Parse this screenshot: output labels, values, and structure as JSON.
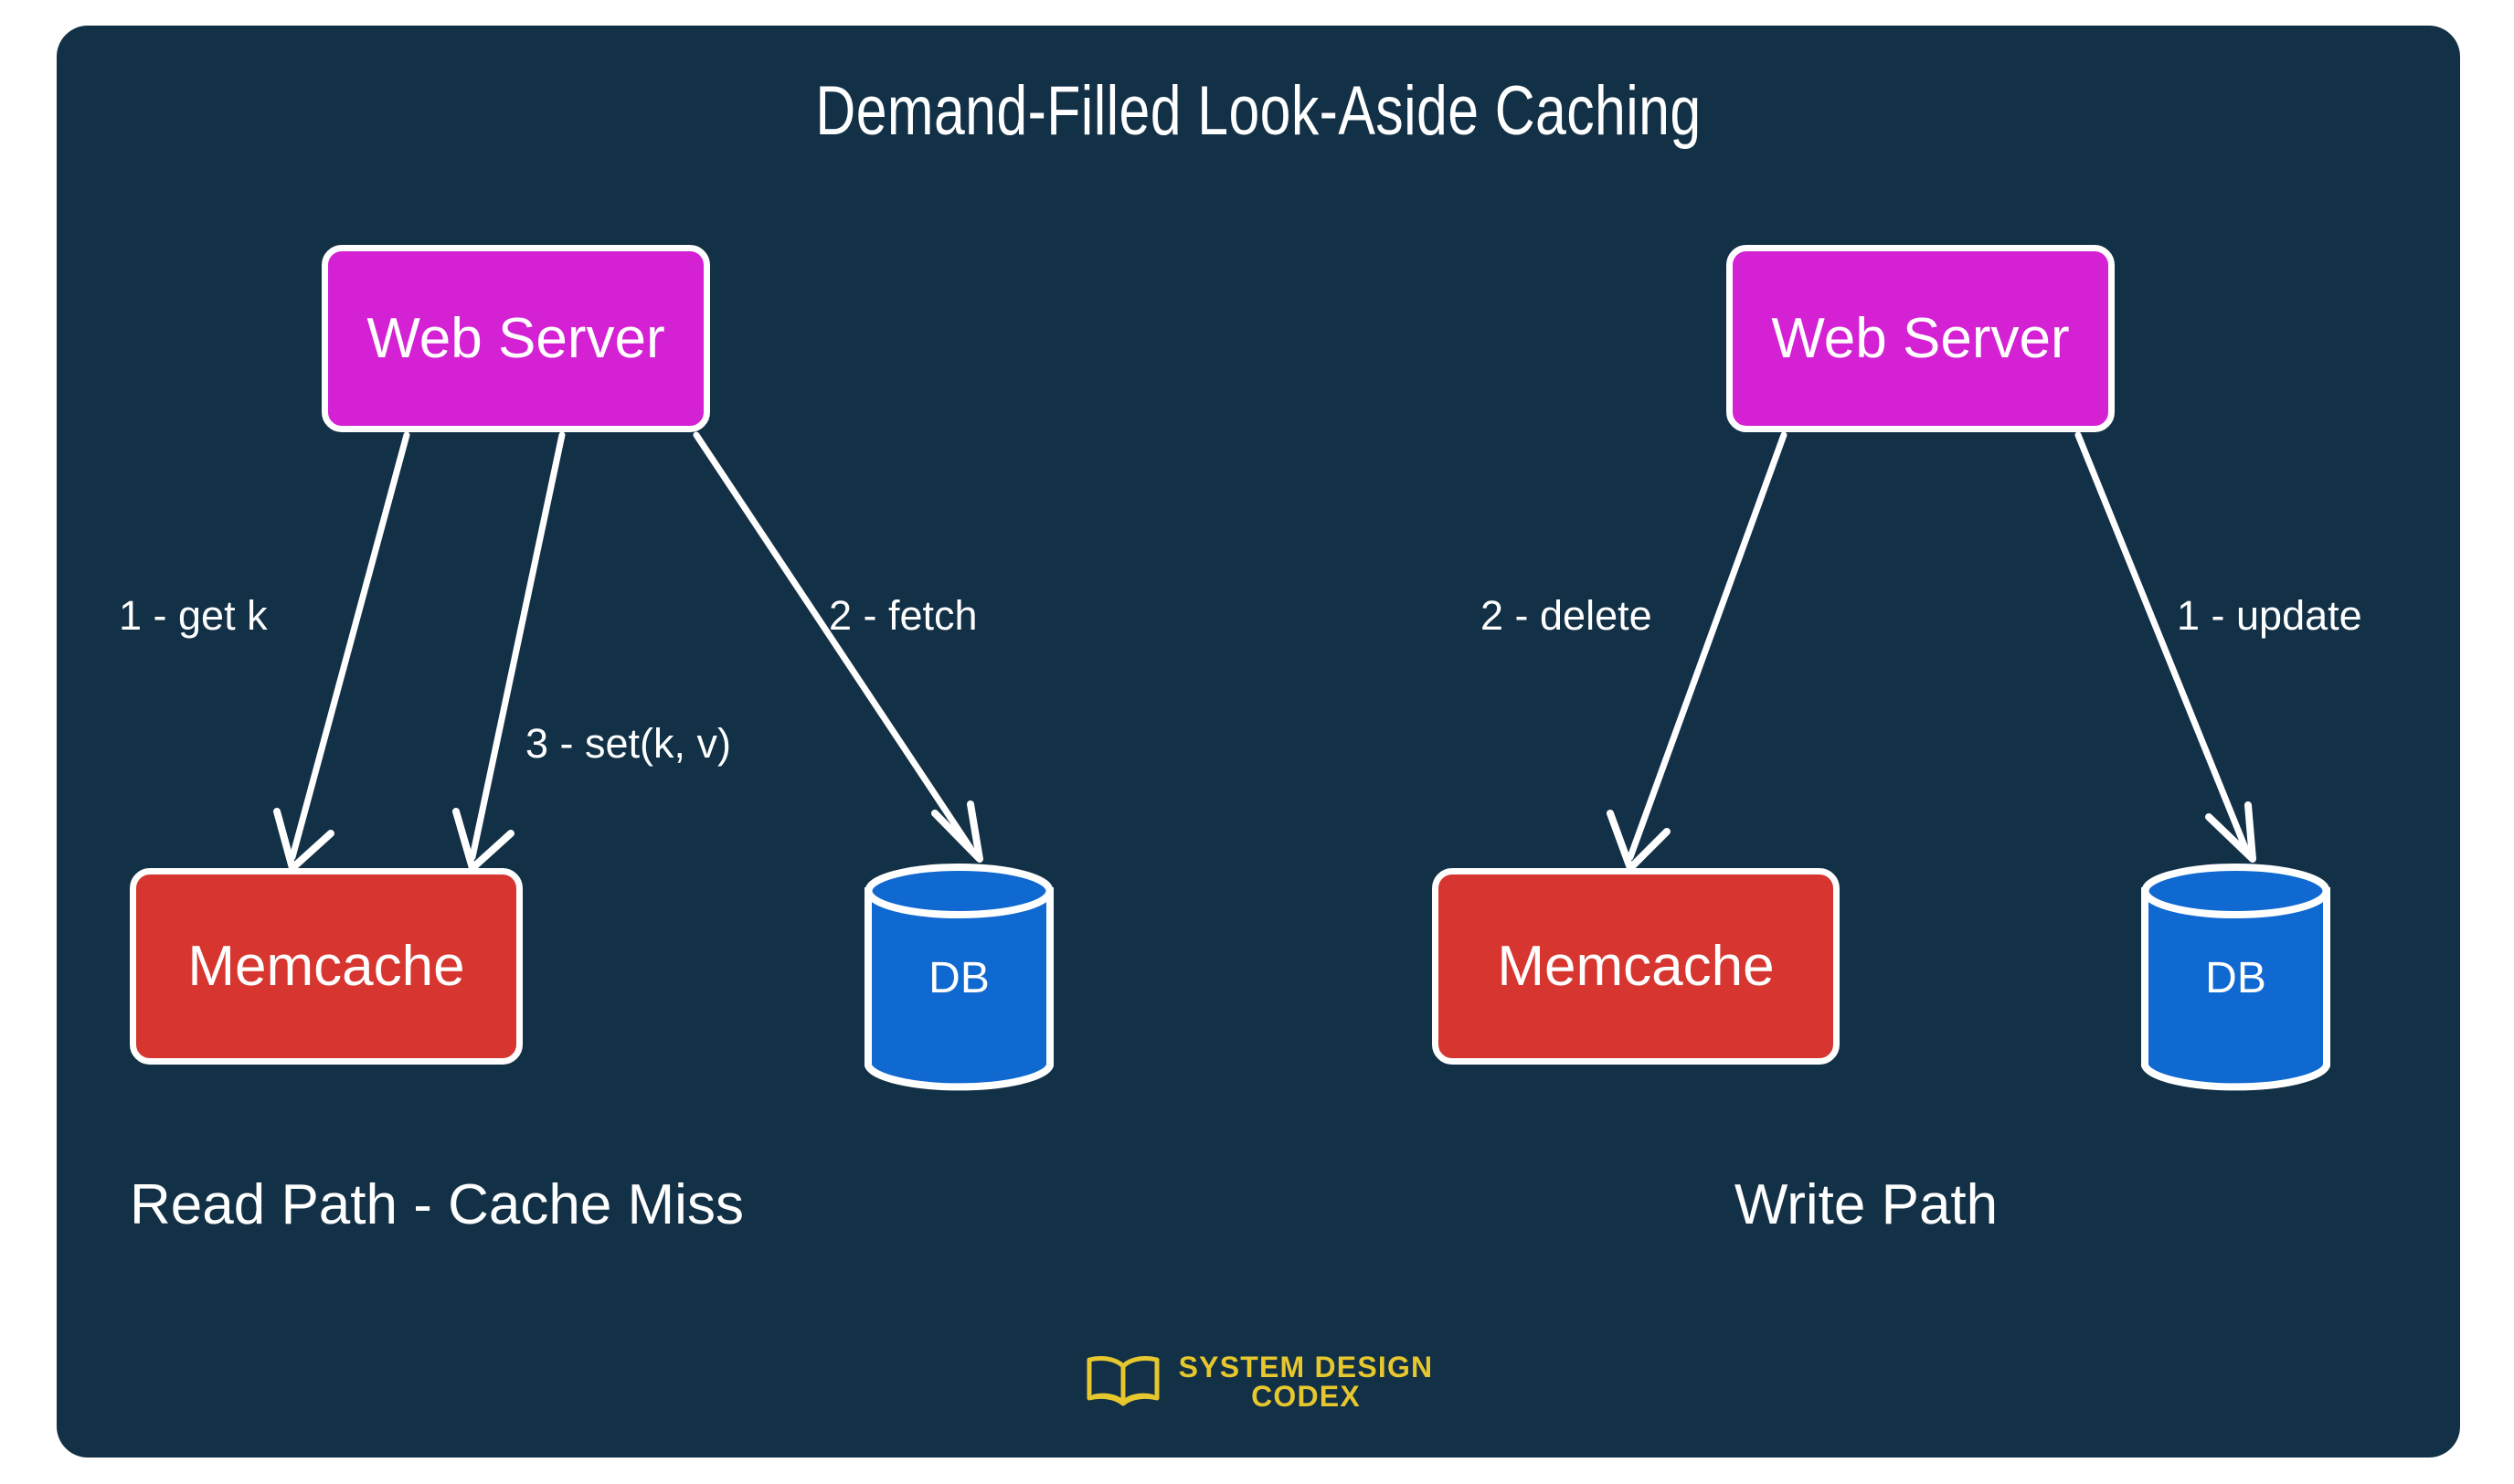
{
  "card": {
    "background_color": "#123046",
    "title": "Demand-Filled Look-Aside Caching"
  },
  "colors": {
    "background": "#123046",
    "web_server": "#d321d3",
    "memcache": "#d6362f",
    "database": "#1069d0",
    "stroke": "#ffffff",
    "logo": "#e7c72e"
  },
  "panels": [
    {
      "id": "read-path",
      "caption": "Read Path - Cache Miss",
      "nodes": {
        "web_server": "Web Server",
        "memcache": "Memcache",
        "database": "DB"
      },
      "edges": [
        {
          "id": "get",
          "label": "1 - get k",
          "from": "web_server",
          "to": "memcache"
        },
        {
          "id": "set",
          "label": "3 - set(k, v)",
          "from": "web_server",
          "to": "memcache"
        },
        {
          "id": "fetch",
          "label": "2 - fetch",
          "from": "web_server",
          "to": "database"
        }
      ]
    },
    {
      "id": "write-path",
      "caption": "Write Path",
      "nodes": {
        "web_server": "Web Server",
        "memcache": "Memcache",
        "database": "DB"
      },
      "edges": [
        {
          "id": "delete",
          "label": "2 - delete",
          "from": "web_server",
          "to": "memcache"
        },
        {
          "id": "update",
          "label": "1 - update",
          "from": "web_server",
          "to": "database"
        }
      ]
    }
  ],
  "logo": {
    "icon": "open-book-icon",
    "line1": "SYSTEM DESIGN",
    "line2": "CODEX"
  }
}
